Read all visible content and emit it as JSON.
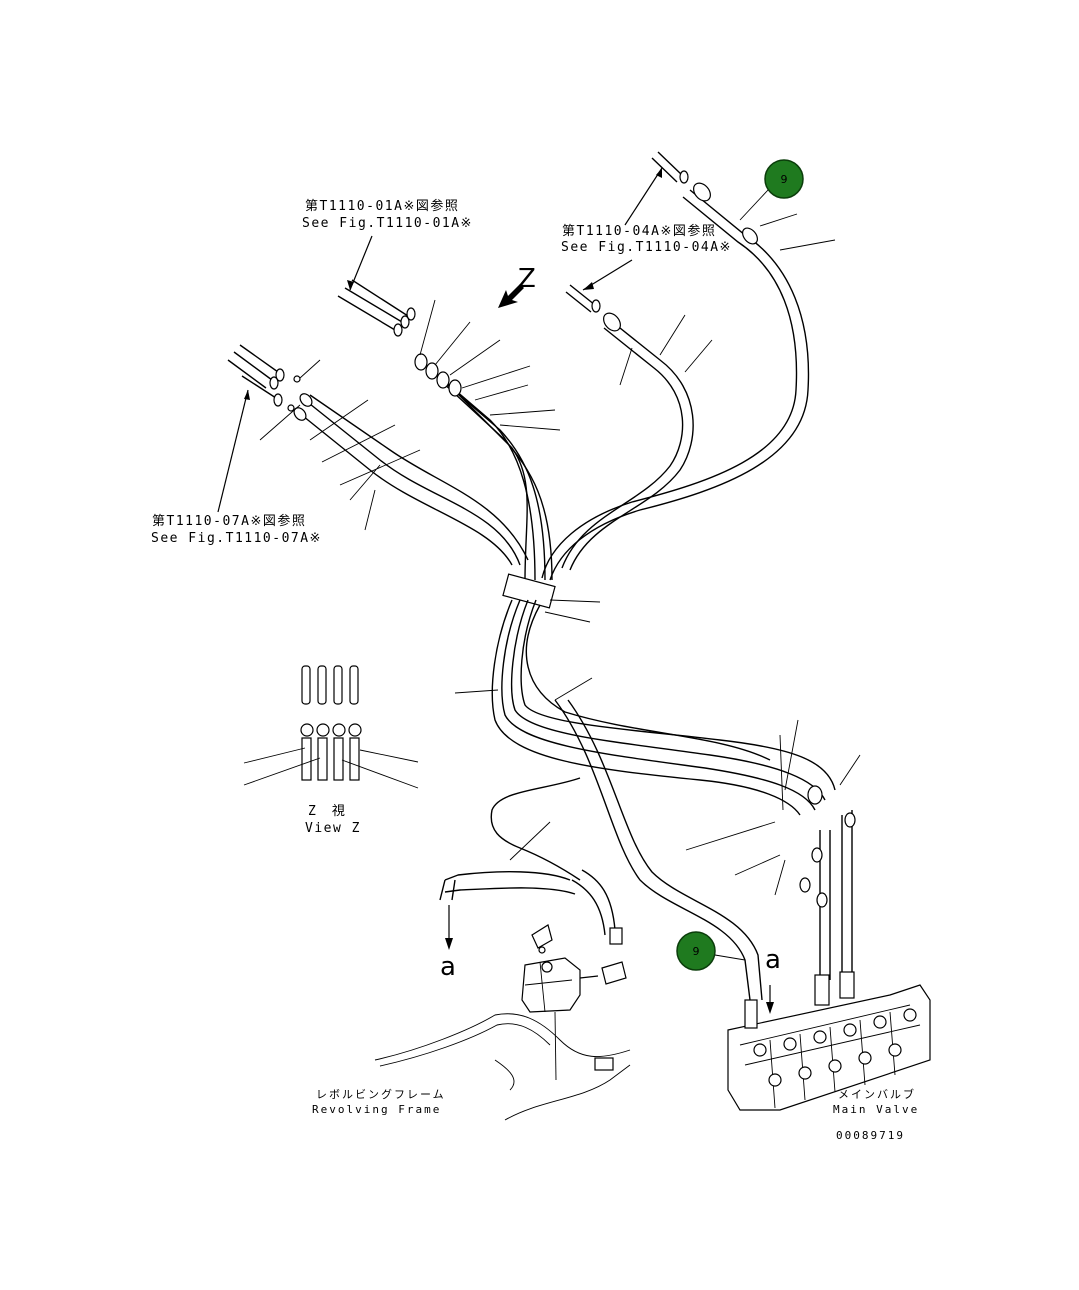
{
  "labels": {
    "ref_top_left_jp": "第T1110-01A※図参照",
    "ref_top_left_en": "See Fig.T1110-01A※",
    "ref_top_right_jp": "第T1110-04A※図参照",
    "ref_top_right_en": "See Fig.T1110-04A※",
    "ref_left_jp": "第T1110-07A※図参照",
    "ref_left_en": "See Fig.T1110-07A※",
    "view_z_letter": "Z",
    "view_z_jp": "Z　視",
    "view_z_en": "View Z",
    "revolving_frame_jp": "レボルビングフレーム",
    "revolving_frame_en": "Revolving Frame",
    "main_valve_jp": "メインバルブ",
    "main_valve_en": "Main Valve",
    "connector_a_left": "a",
    "connector_a_right": "a",
    "drawing_number": "00089719"
  },
  "callouts": [
    {
      "id": "callout-top",
      "label": "9",
      "color": "#1f7a1f"
    },
    {
      "id": "callout-bottom",
      "label": "9",
      "color": "#1f7a1f"
    }
  ]
}
